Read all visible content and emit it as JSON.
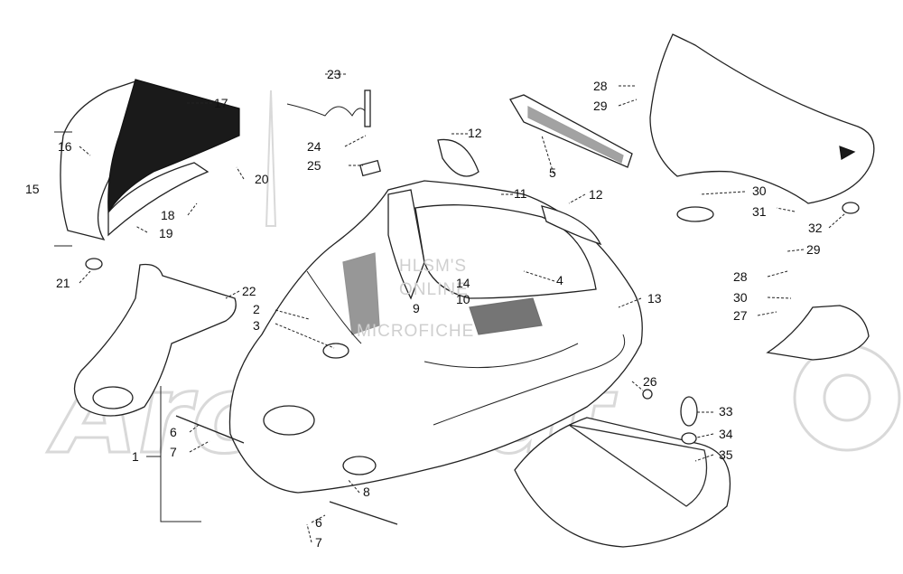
{
  "watermark": {
    "line1": "HLSM'S",
    "line2": "ONLINE",
    "line3": "MICROFICHE",
    "brand": "ArcticCat"
  },
  "callouts": [
    "1",
    "2",
    "3",
    "4",
    "5",
    "6",
    "7",
    "8",
    "9",
    "10",
    "11",
    "12",
    "13",
    "14",
    "15",
    "16",
    "17",
    "18",
    "19",
    "20",
    "21",
    "22",
    "23",
    "24",
    "25",
    "26",
    "27",
    "28",
    "29",
    "30",
    "31",
    "32",
    "33",
    "34",
    "35"
  ],
  "callout_extra": {
    "c6b": "6",
    "c7b": "7",
    "c12b": "12",
    "c28b": "28",
    "c29b": "29",
    "c30b": "30"
  }
}
